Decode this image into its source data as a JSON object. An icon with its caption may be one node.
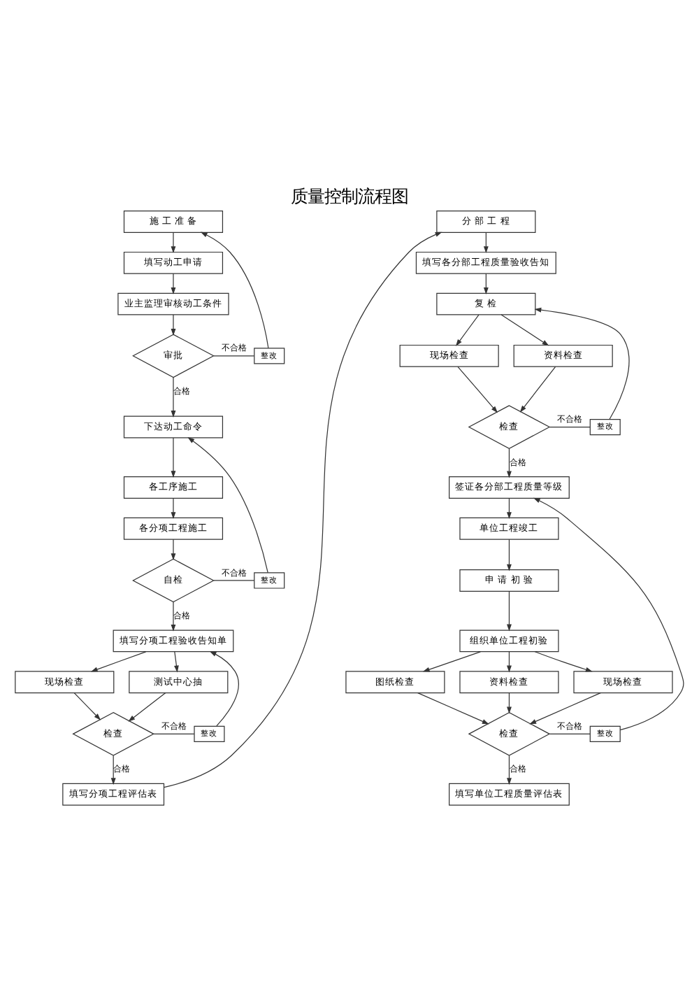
{
  "diagram": {
    "title": "质量控制流程图",
    "nodes": [
      {
        "text": [
          "施 工 准 备"
        ]
      },
      {
        "text": [
          "填写动工申请"
        ]
      },
      {
        "text": [
          "业主监理审核动工条件"
        ]
      },
      {
        "text": [
          "审批"
        ]
      },
      {
        "text": [
          "整改"
        ]
      },
      {
        "text": [
          "下达动工命令"
        ]
      },
      {
        "text": [
          "各工序施工"
        ]
      },
      {
        "text": [
          "各分项工程施工"
        ]
      },
      {
        "text": [
          "自检"
        ]
      },
      {
        "text": [
          "整改"
        ]
      },
      {
        "text": [
          "填写分项工程验收告知单"
        ]
      },
      {
        "text": [
          "现场检查"
        ]
      },
      {
        "text": [
          "测试中心抽"
        ]
      },
      {
        "text": [
          "检查"
        ]
      },
      {
        "text": [
          "整改"
        ]
      },
      {
        "text": [
          "填写分项工程评估表"
        ]
      },
      {
        "text": [
          "分 部 工 程"
        ]
      },
      {
        "text": [
          "填写各分部工程质量验收告知"
        ]
      },
      {
        "text": [
          "复 检"
        ]
      },
      {
        "text": [
          "现场检查"
        ]
      },
      {
        "text": [
          "资料检查"
        ]
      },
      {
        "text": [
          "检查"
        ]
      },
      {
        "text": [
          "整改"
        ]
      },
      {
        "text": [
          "签证各分部工程质量等级"
        ]
      },
      {
        "text": [
          "单位工程竣工"
        ]
      },
      {
        "text": [
          "申 请 初 验"
        ]
      },
      {
        "text": [
          "组织单位工程初验"
        ]
      },
      {
        "text": [
          "图纸检查"
        ]
      },
      {
        "text": [
          "资料检查"
        ]
      },
      {
        "text": [
          "现场检查"
        ]
      },
      {
        "text": [
          "检查"
        ]
      },
      {
        "text": [
          "整改"
        ]
      },
      {
        "text": [
          "填写单位工程质量评估表"
        ]
      }
    ],
    "edges": [
      {
        "from": 0,
        "to": 1,
        "arrow": "to"
      },
      {
        "from": 1,
        "to": 2,
        "arrow": "to"
      },
      {
        "from": 2,
        "to": 3,
        "arrow": "to"
      },
      {
        "from": 3,
        "to": 5,
        "arrow": "to",
        "label": "合格"
      },
      {
        "from": 3,
        "to": 4,
        "arrow": "none",
        "label": "不合格"
      },
      {
        "from": 4,
        "to": 0,
        "arrow": "to"
      },
      {
        "from": 5,
        "to": 6,
        "arrow": "to"
      },
      {
        "from": 6,
        "to": 7,
        "arrow": "to"
      },
      {
        "from": 7,
        "to": 8,
        "arrow": "to"
      },
      {
        "from": 8,
        "to": 10,
        "arrow": "to",
        "label": "合格"
      },
      {
        "from": 8,
        "to": 9,
        "arrow": "none",
        "label": "不合格"
      },
      {
        "from": 9,
        "to": 5,
        "arrow": "to"
      },
      {
        "from": 10,
        "to": 11,
        "arrow": "to"
      },
      {
        "from": 10,
        "to": 12,
        "arrow": "to"
      },
      {
        "from": 11,
        "to": 13,
        "arrow": "to"
      },
      {
        "from": 12,
        "to": 13,
        "arrow": "to"
      },
      {
        "from": 13,
        "to": 15,
        "arrow": "to",
        "label": "合格"
      },
      {
        "from": 13,
        "to": 14,
        "arrow": "none",
        "label": "不合格"
      },
      {
        "from": 14,
        "to": 10,
        "arrow": "to"
      },
      {
        "from": 15,
        "to": 16,
        "arrow": "to"
      },
      {
        "from": 16,
        "to": 17,
        "arrow": "to"
      },
      {
        "from": 17,
        "to": 18,
        "arrow": "to"
      },
      {
        "from": 18,
        "to": 19,
        "arrow": "to"
      },
      {
        "from": 18,
        "to": 20,
        "arrow": "to"
      },
      {
        "from": 19,
        "to": 21,
        "arrow": "to"
      },
      {
        "from": 20,
        "to": 21,
        "arrow": "to"
      },
      {
        "from": 21,
        "to": 23,
        "arrow": "to",
        "label": "合格"
      },
      {
        "from": 21,
        "to": 22,
        "arrow": "none",
        "label": "不合格"
      },
      {
        "from": 22,
        "to": 18,
        "arrow": "to"
      },
      {
        "from": 23,
        "to": 24,
        "arrow": "to"
      },
      {
        "from": 24,
        "to": 25,
        "arrow": "to"
      },
      {
        "from": 25,
        "to": 26,
        "arrow": "to"
      },
      {
        "from": 26,
        "to": 27,
        "arrow": "to"
      },
      {
        "from": 26,
        "to": 28,
        "arrow": "to"
      },
      {
        "from": 26,
        "to": 29,
        "arrow": "to"
      },
      {
        "from": 27,
        "to": 30,
        "arrow": "to"
      },
      {
        "from": 28,
        "to": 30,
        "arrow": "to"
      },
      {
        "from": 29,
        "to": 30,
        "arrow": "to"
      },
      {
        "from": 30,
        "to": 32,
        "arrow": "to",
        "label": "合格"
      },
      {
        "from": 30,
        "to": 31,
        "arrow": "none",
        "label": "不合格"
      },
      {
        "from": 31,
        "to": 23,
        "arrow": "to"
      }
    ]
  }
}
